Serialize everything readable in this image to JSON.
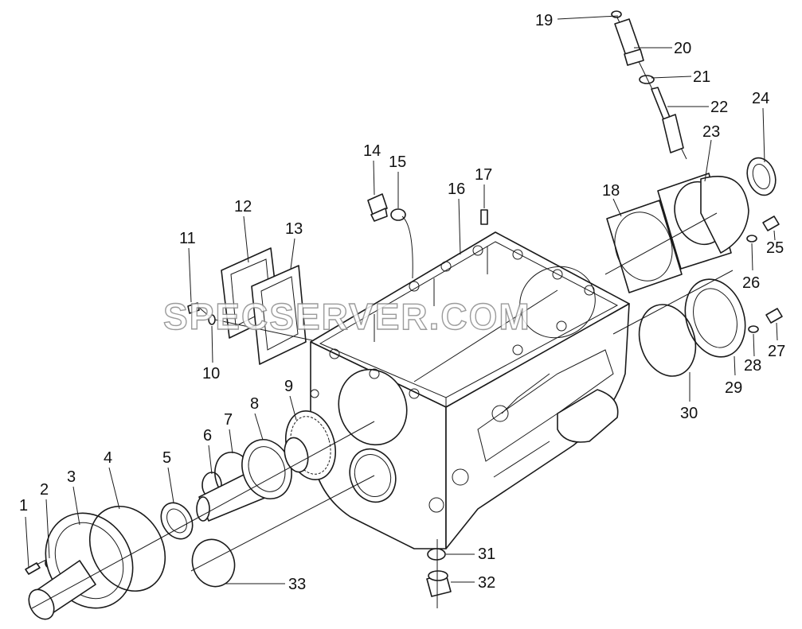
{
  "watermark": "SPECSERVER.COM",
  "callouts": [
    {
      "id": "1",
      "label": "1"
    },
    {
      "id": "2",
      "label": "2"
    },
    {
      "id": "3",
      "label": "3"
    },
    {
      "id": "4",
      "label": "4"
    },
    {
      "id": "5",
      "label": "5"
    },
    {
      "id": "6",
      "label": "6"
    },
    {
      "id": "7",
      "label": "7"
    },
    {
      "id": "8",
      "label": "8"
    },
    {
      "id": "9",
      "label": "9"
    },
    {
      "id": "10",
      "label": "10"
    },
    {
      "id": "11",
      "label": "11"
    },
    {
      "id": "12",
      "label": "12"
    },
    {
      "id": "13",
      "label": "13"
    },
    {
      "id": "14",
      "label": "14"
    },
    {
      "id": "15",
      "label": "15"
    },
    {
      "id": "16",
      "label": "16"
    },
    {
      "id": "17",
      "label": "17"
    },
    {
      "id": "18",
      "label": "18"
    },
    {
      "id": "19",
      "label": "19"
    },
    {
      "id": "20",
      "label": "20"
    },
    {
      "id": "21",
      "label": "21"
    },
    {
      "id": "22",
      "label": "22"
    },
    {
      "id": "23",
      "label": "23"
    },
    {
      "id": "24",
      "label": "24"
    },
    {
      "id": "25",
      "label": "25"
    },
    {
      "id": "26",
      "label": "26"
    },
    {
      "id": "27",
      "label": "27"
    },
    {
      "id": "28",
      "label": "28"
    },
    {
      "id": "29",
      "label": "29"
    },
    {
      "id": "30",
      "label": "30"
    },
    {
      "id": "31",
      "label": "31"
    },
    {
      "id": "32",
      "label": "32"
    },
    {
      "id": "33",
      "label": "33"
    }
  ]
}
